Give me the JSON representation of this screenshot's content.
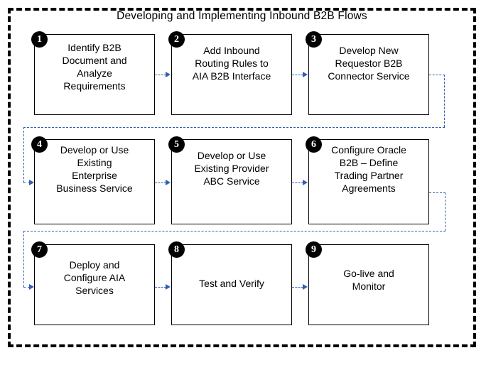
{
  "diagram": {
    "title": "Developing and Implementing Inbound  B2B Flows",
    "frame_style": "dashed-black",
    "accent_color": "#2f5fb3",
    "box_border_color": "#000000",
    "badge_color": "#000000",
    "badge_text_color": "#ffffff",
    "background_color": "#ffffff"
  },
  "steps": [
    {
      "number": "1",
      "lines": [
        "Identify B2B",
        "Document and",
        "Analyze",
        "Requirements"
      ],
      "text": "Identify B2B Document and Analyze Requirements",
      "row": 1,
      "col": 1
    },
    {
      "number": "2",
      "lines": [
        "Add Inbound",
        "Routing Rules to",
        "AIA B2B Interface"
      ],
      "text": "Add Inbound Routing Rules to AIA B2B Interface",
      "row": 1,
      "col": 2
    },
    {
      "number": "3",
      "lines": [
        "Develop New",
        "Requestor B2B",
        "Connector Service"
      ],
      "text": "Develop New Requestor B2B Connector Service",
      "row": 1,
      "col": 3
    },
    {
      "number": "4",
      "lines": [
        "Develop or Use",
        "Existing",
        "Enterprise",
        "Business Service"
      ],
      "text": "Develop or Use Existing Enterprise Business Service",
      "row": 2,
      "col": 1
    },
    {
      "number": "5",
      "lines": [
        "Develop or Use",
        "Existing Provider",
        "ABC Service"
      ],
      "text": "Develop or Use Existing Provider ABC Service",
      "row": 2,
      "col": 2
    },
    {
      "number": "6",
      "lines": [
        "Configure Oracle",
        "B2B – Define",
        "Trading Partner",
        "Agreements"
      ],
      "text": "Configure Oracle B2B – Define Trading Partner Agreements",
      "row": 2,
      "col": 3
    },
    {
      "number": "7",
      "lines": [
        "Deploy and",
        "Configure AIA",
        "Services"
      ],
      "text": "Deploy and Configure AIA Services",
      "row": 3,
      "col": 1
    },
    {
      "number": "8",
      "lines": [
        "Test and Verify"
      ],
      "text": "Test and Verify",
      "row": 3,
      "col": 2
    },
    {
      "number": "9",
      "lines": [
        "Go-live and",
        "Monitor"
      ],
      "text": "Go-live and Monitor",
      "row": 3,
      "col": 3
    }
  ],
  "connectors": [
    {
      "from": "1",
      "to": "2",
      "kind": "horizontal"
    },
    {
      "from": "2",
      "to": "3",
      "kind": "horizontal"
    },
    {
      "from": "3",
      "to": "4",
      "kind": "wrap-right-to-left"
    },
    {
      "from": "4",
      "to": "5",
      "kind": "horizontal"
    },
    {
      "from": "5",
      "to": "6",
      "kind": "horizontal"
    },
    {
      "from": "6",
      "to": "7",
      "kind": "wrap-right-to-left"
    },
    {
      "from": "7",
      "to": "8",
      "kind": "horizontal"
    },
    {
      "from": "8",
      "to": "9",
      "kind": "horizontal"
    }
  ]
}
